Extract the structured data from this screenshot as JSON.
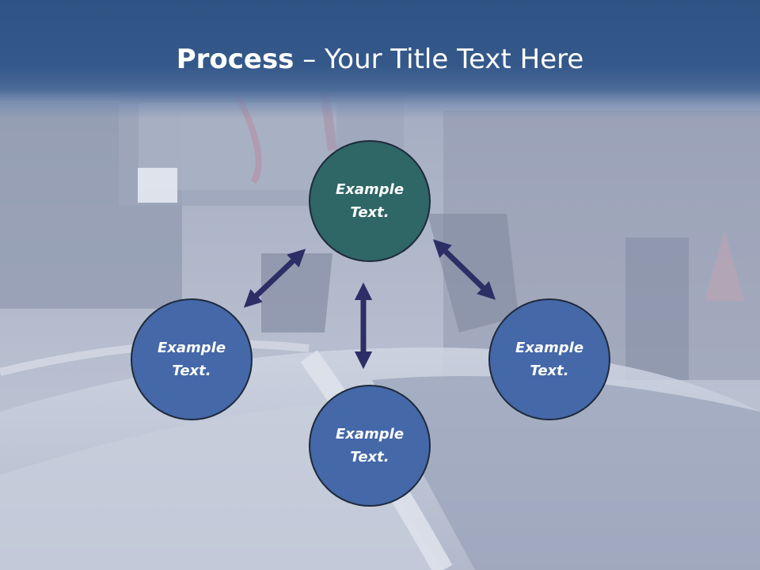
{
  "slide": {
    "title_bold": "Process",
    "title_rest": " – Your Title Text Here"
  },
  "diagram": {
    "nodes": {
      "top": "Example\nText.",
      "left": "Example\nText.",
      "right": "Example\nText.",
      "bottom": "Example\nText."
    }
  },
  "colors": {
    "title_band": "#2f5383",
    "node_top_fill": "#2f6666",
    "node_fill": "#4468a8",
    "node_border": "#1f2a3a",
    "arrow": "#2c2f66",
    "text": "#ffffff"
  },
  "icons": {
    "arrows": [
      "double-arrow-diagonal-left-icon",
      "double-arrow-vertical-icon",
      "double-arrow-diagonal-right-icon"
    ]
  }
}
